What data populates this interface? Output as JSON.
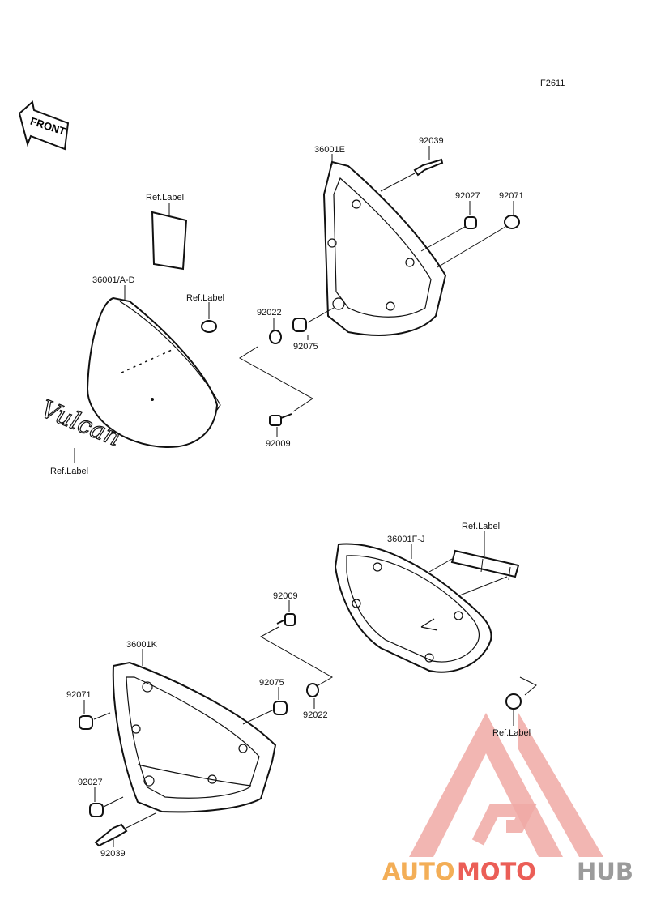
{
  "figure_code": "F2611",
  "front_arrow_text": "FRONT",
  "emblem_text": "Vulcan",
  "upper": {
    "ref_label_plate": "Ref.Label",
    "cover_left": "36001/A-D",
    "ref_label_grommet": "Ref.Label",
    "ref_label_emblem": "Ref.Label",
    "frame_right": "36001E",
    "pin": "92039",
    "grommet_a": "92027",
    "grommet_b": "92071",
    "washer": "92022",
    "bushing": "92075",
    "bolt": "92009"
  },
  "lower": {
    "ref_label_strip": "Ref.Label",
    "cover_right": "36001F-J",
    "bolt": "92009",
    "frame_left": "36001K",
    "bushing": "92075",
    "washer": "92022",
    "grommet_b": "92071",
    "grommet_a": "92027",
    "pin": "92039",
    "ref_label_grommet": "Ref.Label"
  },
  "watermark": {
    "part1": "AUTO",
    "part2": "MOTO",
    "part3": "HUB",
    "color_red": "#e8433a",
    "color_orange": "#f2a13a",
    "color_gray": "#8a8a8a"
  }
}
